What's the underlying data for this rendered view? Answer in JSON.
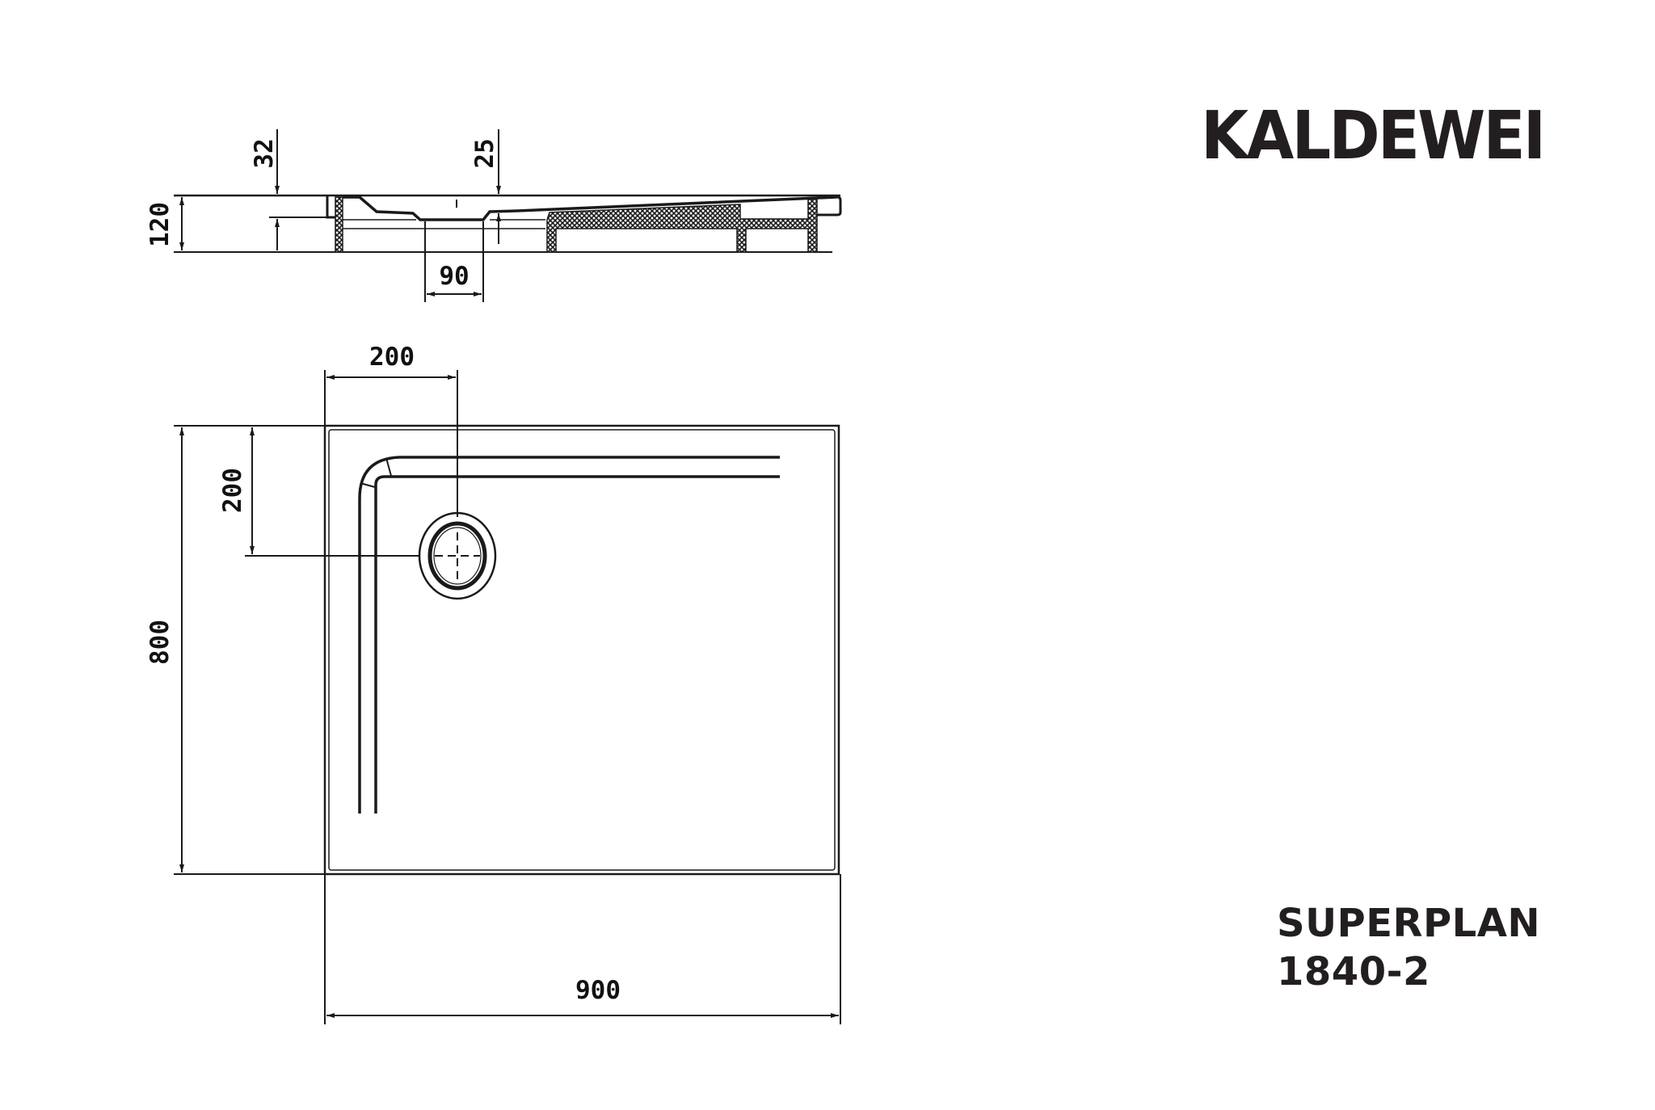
{
  "brand": {
    "name": "KALDEWEI",
    "color": "#231f20"
  },
  "product": {
    "series": "SUPERPLAN",
    "model": "1840-2"
  },
  "section_view": {
    "dimensions": {
      "total_height": "120",
      "rim_height": "32",
      "drain_depth": "25",
      "drain_width": "90"
    }
  },
  "plan_view": {
    "dimensions": {
      "drain_offset_x": "200",
      "drain_offset_y": "200",
      "depth": "800",
      "width": "900"
    }
  },
  "colors": {
    "line": "#1a1a1a",
    "background": "#ffffff"
  }
}
